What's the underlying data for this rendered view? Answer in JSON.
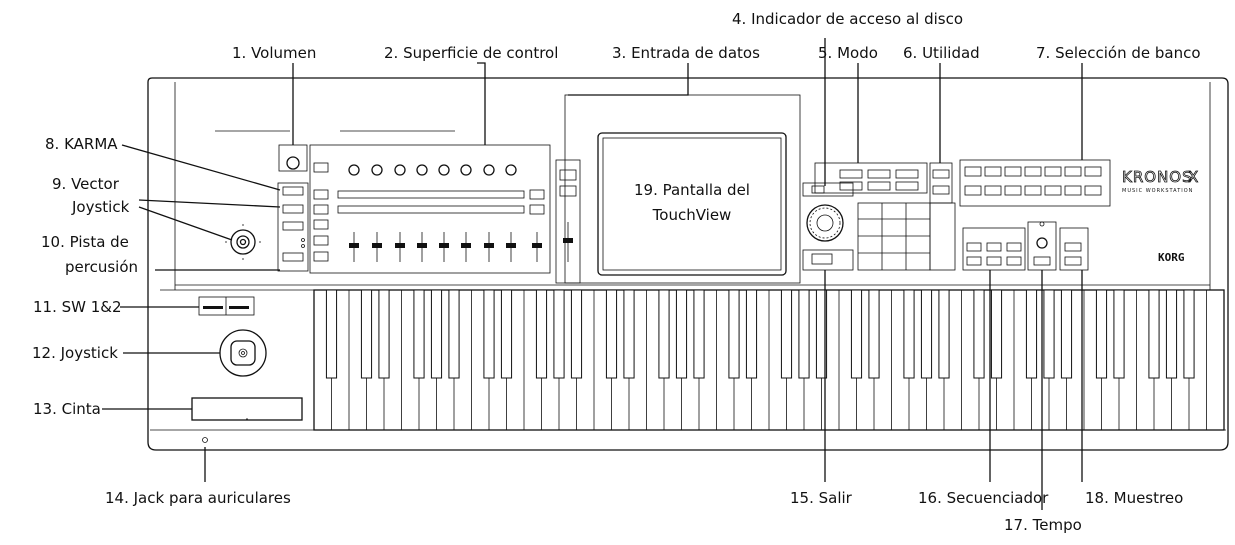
{
  "labels": {
    "volumen": "1. Volumen",
    "superficie": "2. Superficie de control",
    "entrada": "3. Entrada de datos",
    "indicador": "4. Indicador de acceso al disco",
    "modo": "5. Modo",
    "utilidad": "6. Utilidad",
    "banco": "7. Selección de banco",
    "karma": "8. KARMA",
    "vector_1": "9. Vector",
    "vector_2": "Joystick",
    "pista_1": "10. Pista de",
    "pista_2": "percusión",
    "sw": "11. SW 1&2",
    "joystick": "12. Joystick",
    "cinta": "13. Cinta",
    "jack": "14. Jack para auriculares",
    "salir": "15. Salir",
    "secuenciador": "16. Secuenciador",
    "tempo": "17. Tempo",
    "muestreo": "18. Muestreo",
    "pantalla_1": "19. Pantalla del",
    "pantalla_2": "TouchView"
  },
  "brand": {
    "model": "KRONOS",
    "model_suffix": "X",
    "subtitle": "MUSIC WORKSTATION",
    "maker": "KORG"
  }
}
